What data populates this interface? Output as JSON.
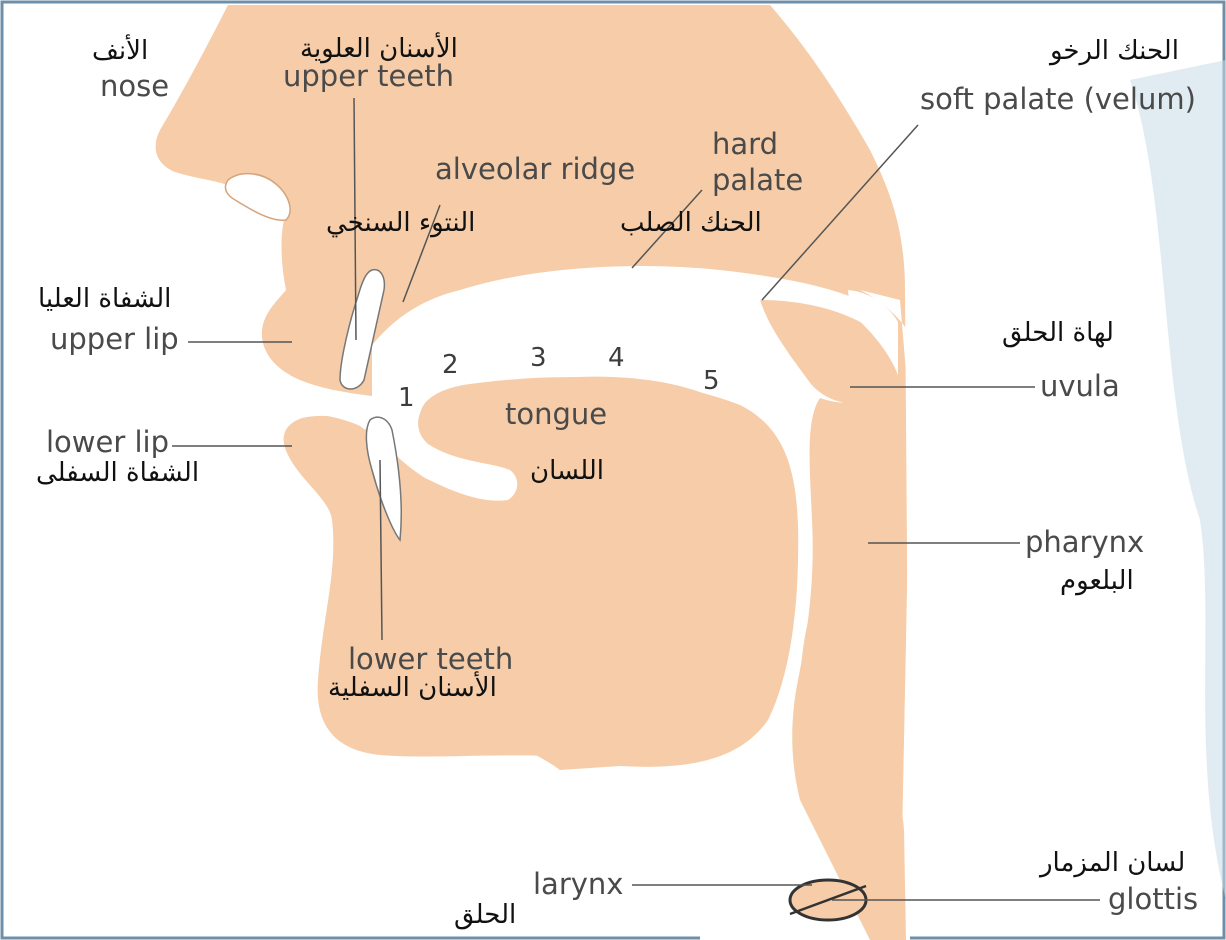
{
  "colors": {
    "flesh": "#f6cda8",
    "cavity": "#ffffff",
    "line": "#555555",
    "english_text": "#4a4a4a",
    "arabic_text": "#111111",
    "frame": "#6f8fa8"
  },
  "labels": {
    "nose_ar": "الأنف",
    "nose_en": "nose",
    "upper_teeth_ar": "الأسنان العلوية",
    "upper_teeth_en": "upper teeth",
    "soft_palate_ar": "الحنك الرخو",
    "soft_palate_en": "soft palate (velum)",
    "alveolar_ridge_en": "alveolar ridge",
    "alveolar_ridge_ar": "النتوء السنخي",
    "hard_palate_en_1": "hard",
    "hard_palate_en_2": "palate",
    "hard_palate_ar": "الحنك الصلب",
    "upper_lip_ar": "الشفاة العليا",
    "upper_lip_en": "upper lip",
    "uvula_ar": "لهاة الحلق",
    "uvula_en": "uvula",
    "lower_lip_en": "lower lip",
    "lower_lip_ar": "الشفاة السفلى",
    "tongue_en": "tongue",
    "tongue_ar": "اللسان",
    "pharynx_en": "pharynx",
    "pharynx_ar": "البلعوم",
    "lower_teeth_en": "lower teeth",
    "lower_teeth_ar": "الأسنان السفلية",
    "glottis_ar": "لسان المزمار",
    "glottis_en": "glottis",
    "larynx_en": "larynx",
    "larynx_ar": "الحلق"
  },
  "place_numbers": [
    "1",
    "2",
    "3",
    "4",
    "5"
  ]
}
